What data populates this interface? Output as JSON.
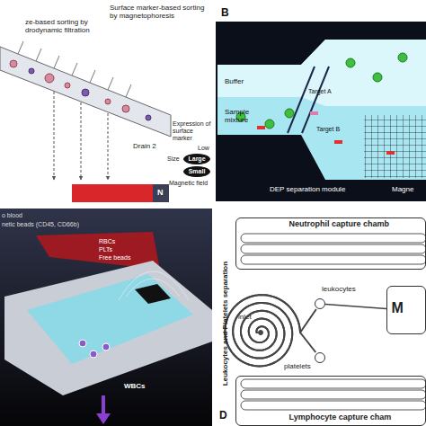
{
  "diagram": {
    "nodes": [
      {
        "text": [
          "Large"
        ]
      },
      {
        "text": [
          "Small"
        ]
      },
      {
        "text": [
          "Neutrophil capture chamb"
        ]
      },
      {
        "text": [
          "M"
        ]
      },
      {
        "text": [
          "inlet"
        ]
      },
      {
        "text": [
          "leukocytes"
        ]
      },
      {
        "text": [
          "platelets"
        ]
      },
      {
        "text": [
          "Lymphocyte capture cham"
        ]
      }
    ],
    "edges": [
      {
        "from": 4,
        "to": 5,
        "arrow": "none"
      },
      {
        "from": 4,
        "to": 6,
        "arrow": "none"
      },
      {
        "from": 5,
        "to": 3,
        "arrow": "none"
      }
    ],
    "labels": [
      "ze-based sorting by drodynamic filtration",
      "Surface marker-based sorting by magnetophoresis",
      "Drain 2",
      "Expression of surface marker",
      "Size",
      "Low",
      "Magnetic field",
      "N",
      "B",
      "Buffer",
      "Sample mixture",
      "Target A",
      "Target B",
      "DEP separation module",
      "Magne",
      "o blood",
      "netic beads (CD45, CD66b)",
      "RBCs",
      "PLTs",
      "Free beads",
      "WBCs",
      "Leukocytes and Platelets separation",
      "D"
    ]
  }
}
